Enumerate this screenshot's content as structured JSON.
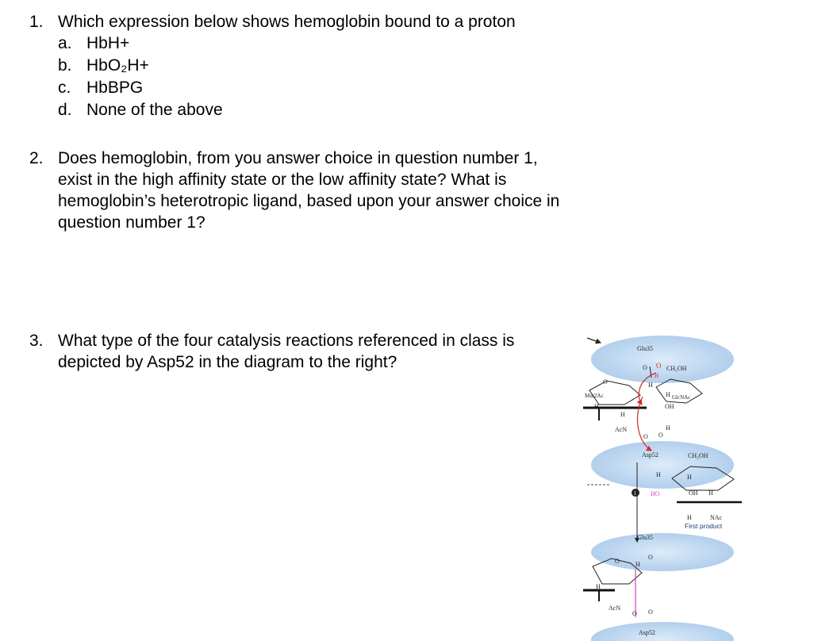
{
  "questions": [
    {
      "number": "1.",
      "lines": [
        "Which expression below shows hemoglobin bound to a proton"
      ],
      "options": [
        {
          "letter": "a.",
          "text": "HbH+"
        },
        {
          "letter": "b.",
          "text": "HbO₂H+"
        },
        {
          "letter": "c.",
          "text": "HbBPG"
        },
        {
          "letter": "d.",
          "text": "None of the above"
        }
      ]
    },
    {
      "number": "2.",
      "lines": [
        "Does hemoglobin, from you answer choice in question number 1,",
        "exist in the high affinity state or the low affinity state? What is",
        "hemoglobin’s heterotropic ligand, based upon your answer choice in",
        "question number 1?"
      ]
    },
    {
      "number": "3.",
      "lines": [
        "What type of the four catalysis reactions referenced in class is",
        "depicted by Asp52 in the diagram to the right?"
      ]
    }
  ],
  "diagram": {
    "labels": {
      "glu_top": "Glu35",
      "glu_mid": "Glu35",
      "asp_mid": "Asp52",
      "asp_bot": "Asp52",
      "mur2ac": "Mur2Ac",
      "glcnac": "GlcNAc",
      "ch2oh_1": "CH₂OH",
      "ch2oh_2": "CH₂OH",
      "acn_1": "AcN",
      "acn_2": "AcN",
      "nac": "NAc",
      "ho": "HO",
      "first_product": "First product",
      "step": "1"
    },
    "colors": {
      "enzyme_blob": "#b9d5ef",
      "red_arrow": "#d22b2b",
      "magenta_bond": "#d63fbf",
      "first_product_text": "#1f3d7a"
    }
  }
}
